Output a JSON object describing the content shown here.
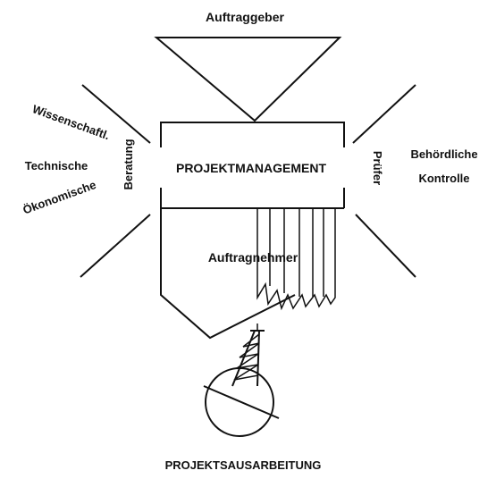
{
  "top_label": "Auftraggeber",
  "center_label": "PROJEKTMANAGEMENT",
  "contractor_label": "Auftragnehmer",
  "bottom_label": "PROJEKTSAUSARBEITUNG",
  "left": {
    "vertical_label": "Beratung",
    "items": [
      "Wissenschaftl.",
      "Technische",
      "Ökonomische"
    ]
  },
  "right": {
    "vertical_label": "Prüfer",
    "lines": [
      "Behördliche",
      "Kontrolle"
    ]
  },
  "colors": {
    "ink": "#111111",
    "paper": "#ffffff"
  }
}
